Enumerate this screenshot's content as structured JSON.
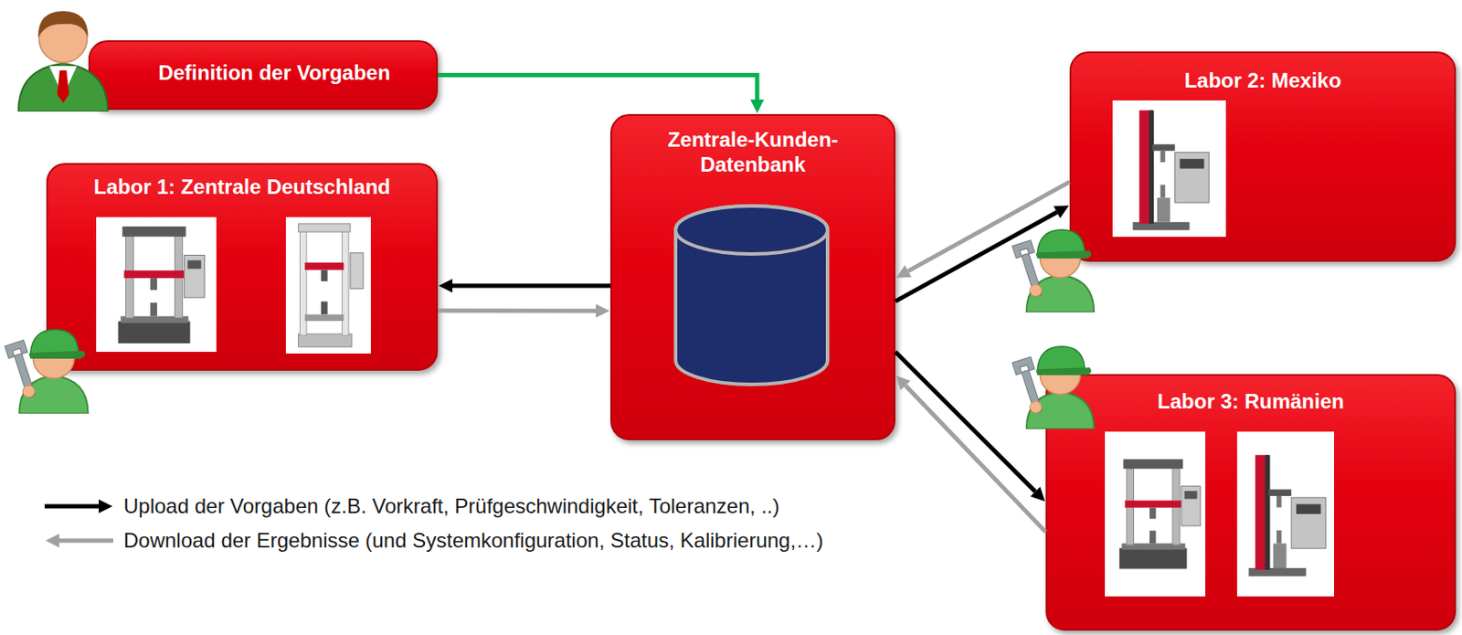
{
  "diagram": {
    "nodes": [
      {
        "text": [
          "Definition der Vorgaben"
        ]
      },
      {
        "text": [
          "Labor 1: Zentrale Deutschland"
        ]
      },
      {
        "text": [
          "Zentrale-Kunden-Datenbank"
        ]
      },
      {
        "text": [
          "Labor 2: Mexiko"
        ]
      },
      {
        "text": [
          "Labor 3: Rumänien"
        ]
      }
    ],
    "edges": [
      {
        "from": 0,
        "to": 2,
        "arrow": "to"
      },
      {
        "from": 2,
        "to": 1,
        "arrow": "to"
      },
      {
        "from": 1,
        "to": 2,
        "arrow": "to"
      },
      {
        "from": 2,
        "to": 3,
        "arrow": "to"
      },
      {
        "from": 3,
        "to": 2,
        "arrow": "to"
      },
      {
        "from": 2,
        "to": 4,
        "arrow": "to"
      },
      {
        "from": 4,
        "to": 2,
        "arrow": "to"
      }
    ],
    "legend": [
      {
        "text": "Upload der Vorgaben (z.B. Vorkraft, Prüfgeschwindigkeit, Toleranzen, ..)"
      },
      {
        "text": "Download der Ergebnisse (und Systemkonfiguration, Status, Kalibrierung,…)"
      }
    ]
  }
}
